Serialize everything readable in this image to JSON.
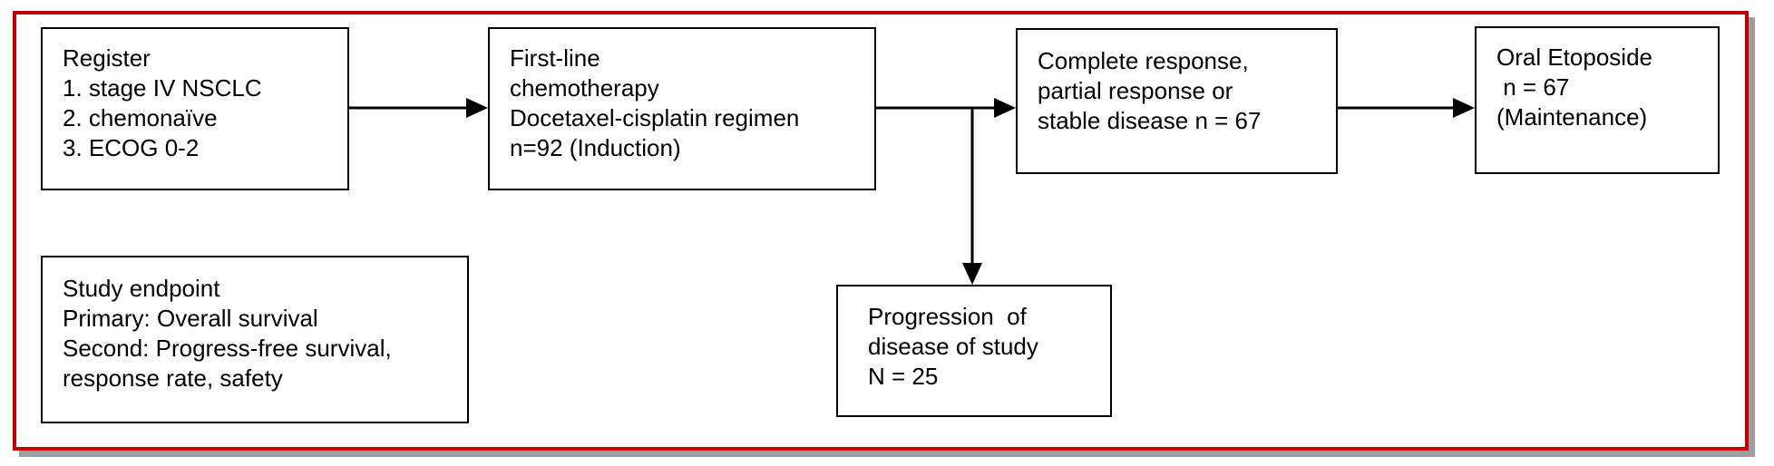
{
  "frame": {
    "border_color": "#c00000",
    "shadow_color": "#9e9e9e"
  },
  "boxes": {
    "register": {
      "lines": [
        "Register",
        "1. stage IV NSCLC",
        "2. chemonaïve",
        "3. ECOG 0-2"
      ]
    },
    "induction": {
      "lines": [
        "First-line",
        "chemotherapy",
        "Docetaxel-cisplatin regimen",
        "n=92 (Induction)"
      ]
    },
    "response": {
      "lines": [
        "Complete response,",
        "partial response or",
        "stable disease n = 67"
      ]
    },
    "maintenance": {
      "lines": [
        "Oral Etoposide",
        " n = 67",
        "(Maintenance)"
      ]
    },
    "endpoint": {
      "lines": [
        "Study endpoint",
        "Primary: Overall survival",
        "Second: Progress-free survival,",
        "response rate, safety"
      ]
    },
    "progression": {
      "lines": [
        "Progression  of",
        "disease of study",
        "N = 25"
      ]
    }
  }
}
